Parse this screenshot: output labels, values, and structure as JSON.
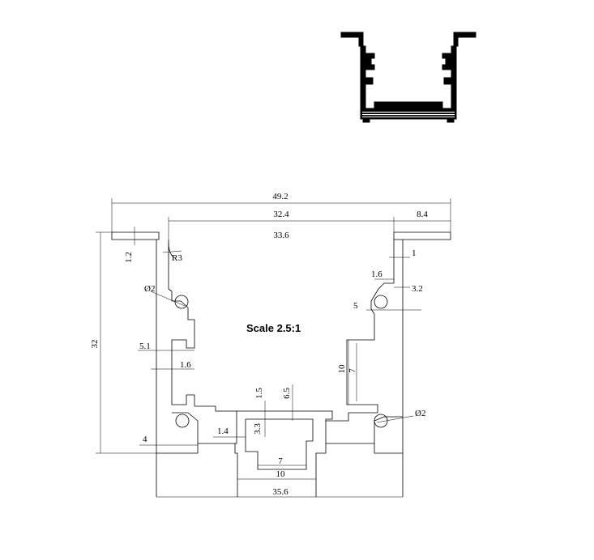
{
  "drawing": {
    "scale_label": "Scale 2.5:1",
    "dimensions": {
      "overall_width": "49.2",
      "inner_top_width": "32.4",
      "flange_width": "8.4",
      "inner_width": "33.6",
      "flange_thickness": "1.2",
      "radius": "R3",
      "hole_left": "Ø2",
      "hole_right": "Ø2",
      "right_lip": "1",
      "right_step_a": "1.6",
      "right_step_b": "3.2",
      "right_hook": "5",
      "height": "32",
      "left_offset": "5.1",
      "left_step": "1.6",
      "slot_height": "10",
      "slot_inner": "7",
      "center_gap": "1.5",
      "center_depth": "6.5",
      "channel_wall": "1.4",
      "channel_depth": "3.3",
      "channel_inner": "7",
      "channel_outer": "10",
      "base_offset": "4",
      "base_width": "35.6"
    }
  }
}
